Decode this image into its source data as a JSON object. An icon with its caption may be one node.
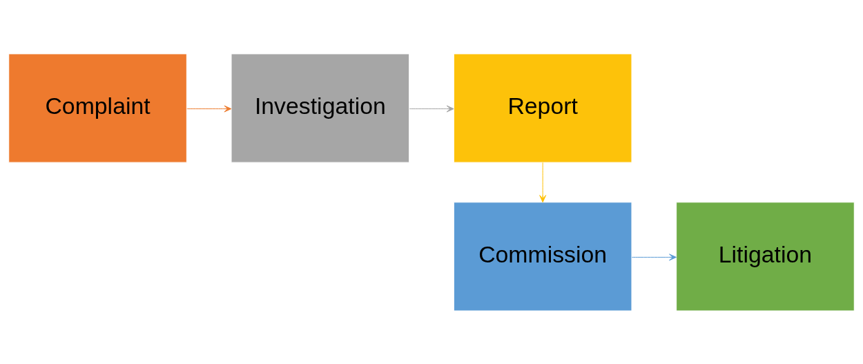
{
  "diagram": {
    "nodes": [
      {
        "text": [
          "Complaint"
        ]
      },
      {
        "text": [
          "Investigation"
        ]
      },
      {
        "text": [
          "Report"
        ]
      },
      {
        "text": [
          "Commission"
        ]
      },
      {
        "text": [
          "Litigation"
        ]
      }
    ],
    "edges": [
      {
        "from": 0,
        "to": 1,
        "arrow": "to",
        "color": "#ed7d31"
      },
      {
        "from": 1,
        "to": 2,
        "arrow": "to",
        "color": "#a5a5a5"
      },
      {
        "from": 2,
        "to": 3,
        "arrow": "to",
        "color": "#ffc000"
      },
      {
        "from": 3,
        "to": 4,
        "arrow": "to",
        "color": "#5b9bd5"
      }
    ]
  }
}
